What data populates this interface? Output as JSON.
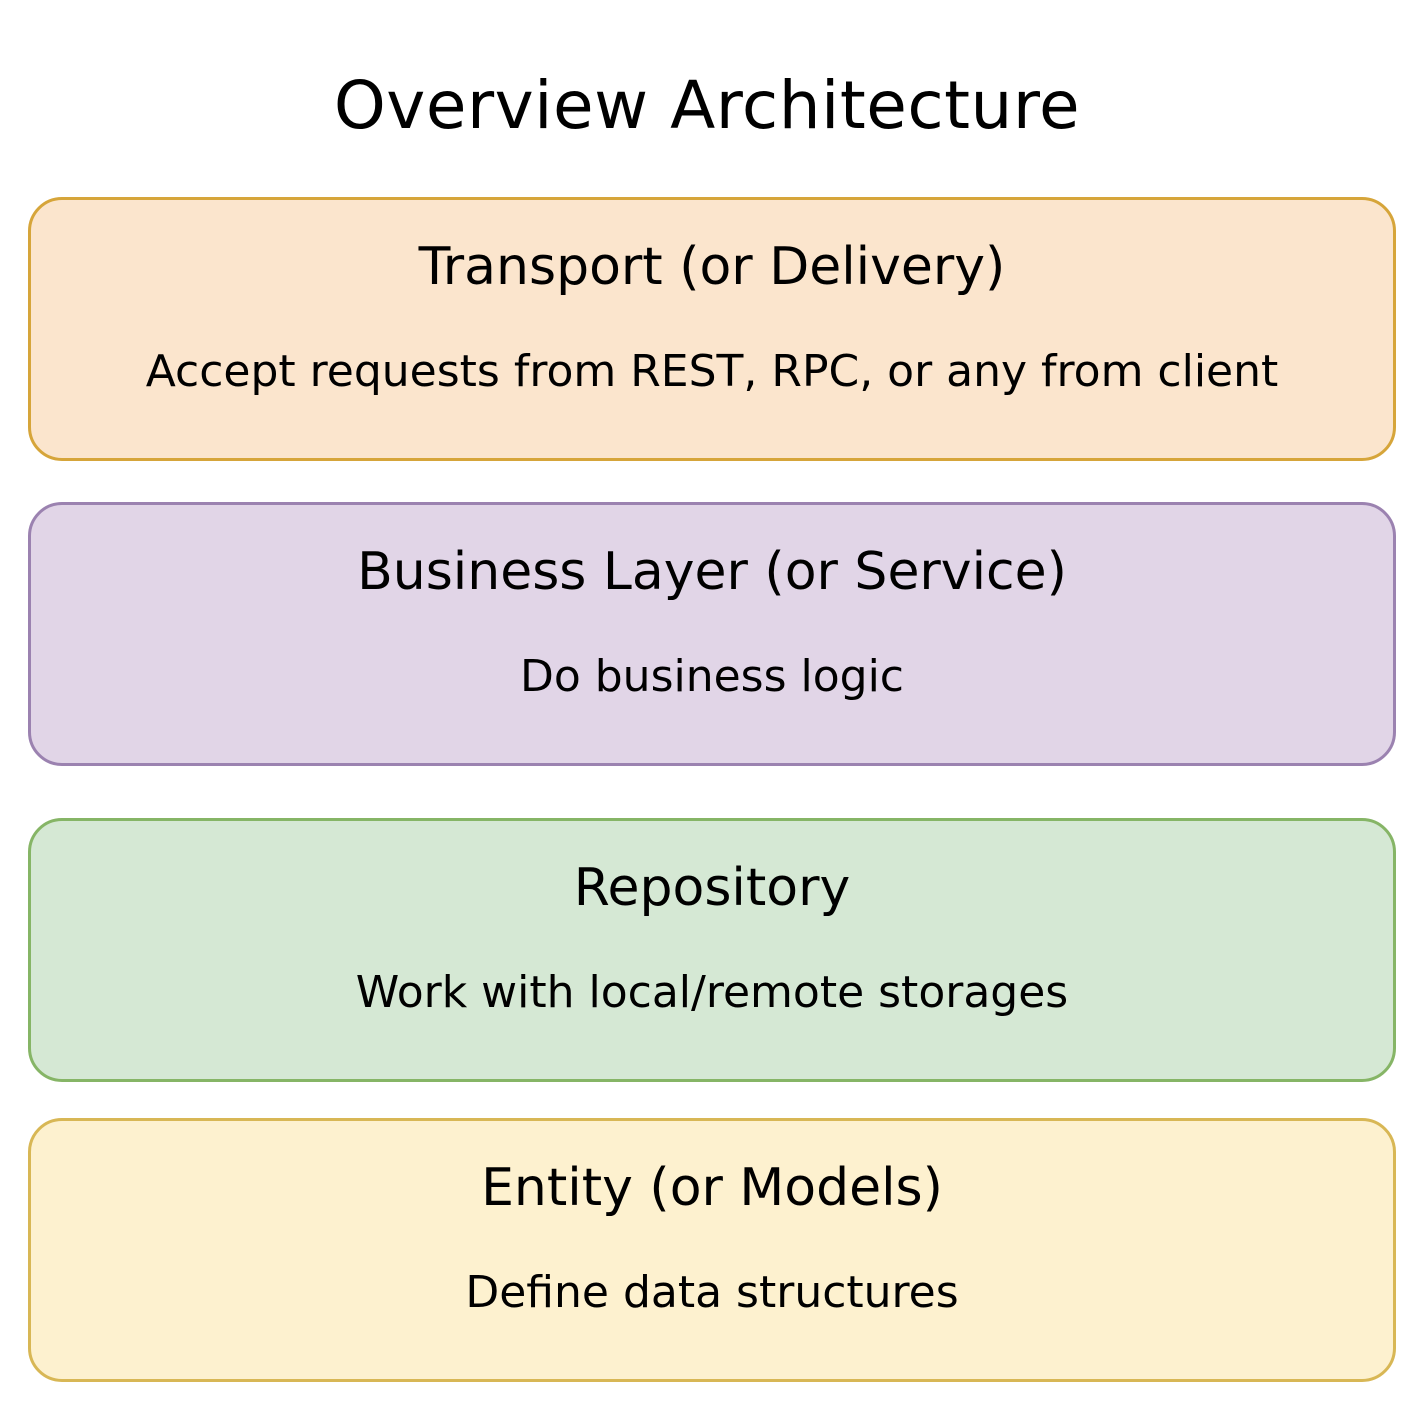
{
  "title": "Overview Architecture",
  "layers": [
    {
      "heading": "Transport (or Delivery)",
      "description": "Accept requests from REST, RPC,  or any from client",
      "fill": "#fbe5cd",
      "stroke": "#d6a53a"
    },
    {
      "heading": "Business Layer (or Service)",
      "description": "Do business logic",
      "fill": "#e1d5e7",
      "stroke": "#9b82b0"
    },
    {
      "heading": "Repository",
      "description": "Work with local/remote storages",
      "fill": "#d5e8d4",
      "stroke": "#86b566"
    },
    {
      "heading": "Entity (or Models)",
      "description": "Define data structures",
      "fill": "#fdf1cf",
      "stroke": "#d8b755"
    }
  ]
}
